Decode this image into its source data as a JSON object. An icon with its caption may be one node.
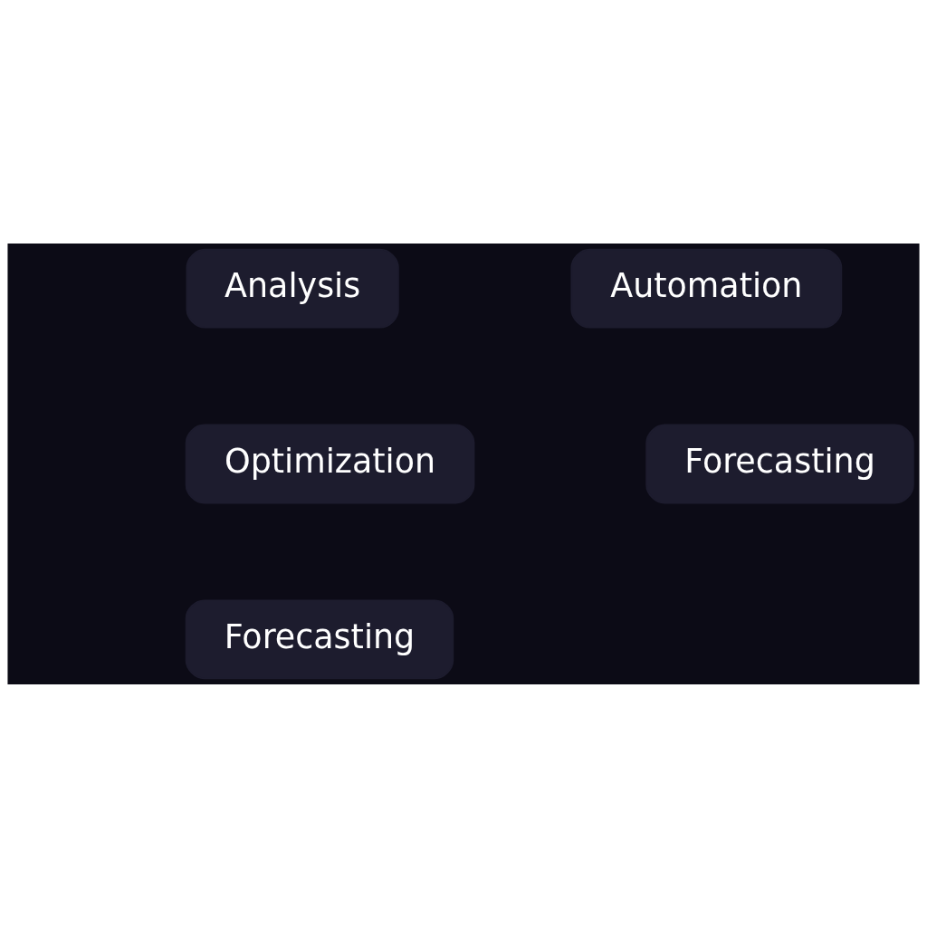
{
  "diagram": {
    "nodes": [
      {
        "text": [
          "Analysis"
        ]
      },
      {
        "text": [
          "Automation"
        ]
      },
      {
        "text": [
          "Optimization"
        ]
      },
      {
        "text": [
          "Forecasting"
        ]
      },
      {
        "text": [
          "Forecasting"
        ]
      }
    ],
    "edges": []
  }
}
